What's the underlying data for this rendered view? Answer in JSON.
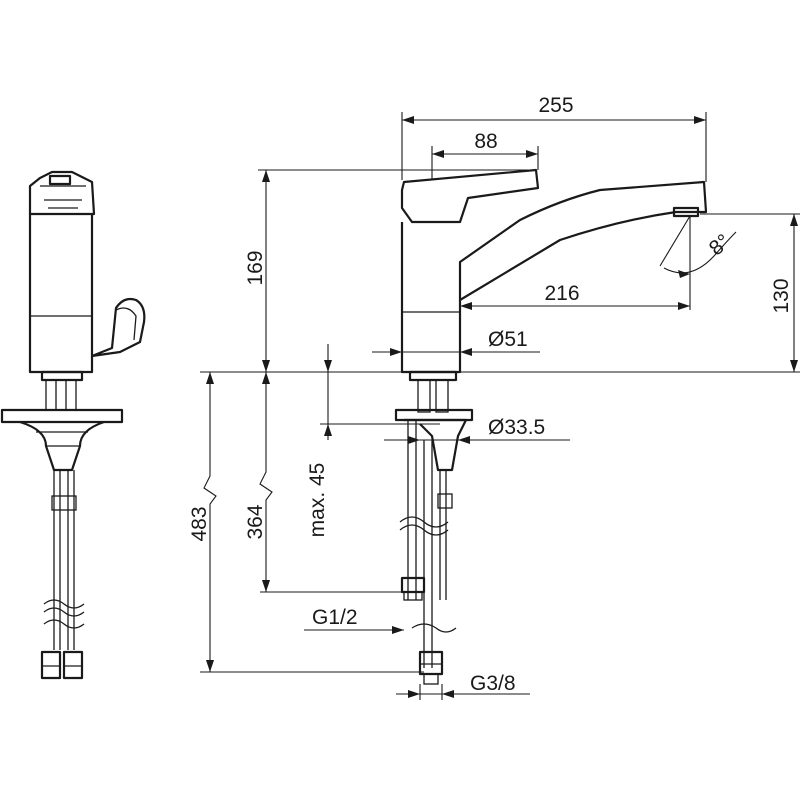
{
  "dimensions": {
    "overall_length": "255",
    "handle_length": "88",
    "body_height": "169",
    "spout_height": "130",
    "spout_reach": "216",
    "spout_angle": "8°",
    "body_diameter": "Ø51",
    "hole_diameter": "Ø33.5",
    "max_deck_thickness": "max. 45",
    "hose_length_short": "364",
    "hose_length_long": "483",
    "thread_large": "G1/2",
    "thread_small": "G3/8"
  }
}
